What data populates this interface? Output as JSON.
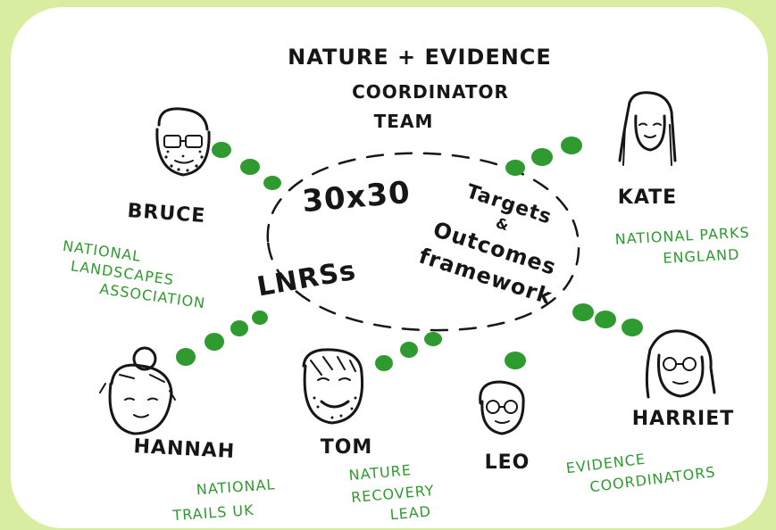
{
  "title": [
    "NATURE + EVIDENCE",
    "COORDINATOR",
    "TEAM"
  ],
  "topics": {
    "t30": "30x30",
    "lnrs": "LNRSs",
    "targets": [
      "Targets",
      "&",
      "Outcomes",
      "framework"
    ]
  },
  "people": {
    "bruce": {
      "name": "BRUCE",
      "org": [
        "NATIONAL",
        "LANDSCAPES",
        "ASSOCIATION"
      ]
    },
    "kate": {
      "name": "KATE",
      "org": [
        "NATIONAL PARKS",
        "ENGLAND"
      ]
    },
    "hannah": {
      "name": "HANNAH",
      "org": [
        "NATIONAL",
        "TRAILS UK"
      ]
    },
    "tom": {
      "name": "TOM",
      "org": [
        "NATURE",
        "RECOVERY",
        "LEAD"
      ]
    },
    "leo": {
      "name": "LEO"
    },
    "harriet": {
      "name": "HARRIET",
      "org": [
        "EVIDENCE",
        "COORDINATORS"
      ]
    }
  },
  "colors": {
    "background": "#d9eda0",
    "card": "#ffffff",
    "accent": "#2f9a2f",
    "ink": "#161616"
  }
}
